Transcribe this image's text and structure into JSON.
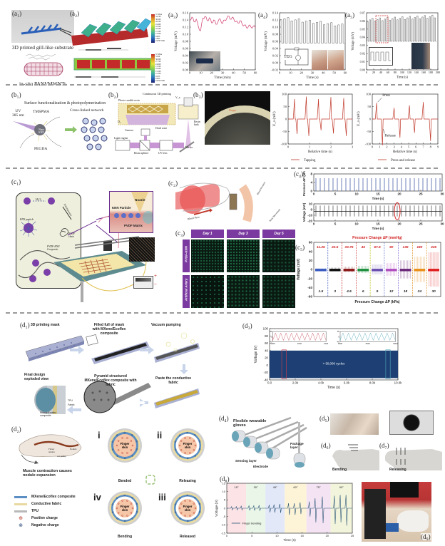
{
  "panel_labels": {
    "a1": "(a₁)",
    "a2": "(a₂)",
    "a3": "(a₃)",
    "a4": "(a₄)",
    "a5": "(a₅)",
    "b1": "(b₁)",
    "b2": "(b₂)",
    "b3": "(b₃)",
    "c1": "(c₁)",
    "c2": "(c₂)",
    "c3": "(c₃)",
    "c4": "(c₄)",
    "c5": "(c₅)",
    "d1": "(d₁)",
    "d2": "(d₂)",
    "d3": "(d₃)",
    "d4": "(d₄)",
    "d5": "(d₅)",
    "d6": "(d₆)",
    "d7": "(d₇)",
    "d8": "(d₈)",
    "d9": "(d₉)"
  },
  "a1": {
    "caption_top": "3D printed gill-like substrate",
    "caption_bottom": "in-situ PANI/MWNTs"
  },
  "a2": {
    "legend_top": [
      "37 Mise",
      "34.703",
      "30.603",
      "28.503",
      "24.403",
      "22.303",
      "18.203",
      "15.103",
      "12.003",
      "8.903",
      "5.803",
      "24.007 Min"
    ],
    "legend_bottom": [
      "37 Mise",
      "33.90",
      "30.803",
      "27.703",
      "24.603",
      "21.503",
      "18.403",
      "15.303",
      "12.203",
      "9.103",
      "6.003",
      "24.024 Min"
    ]
  },
  "colors": {
    "accent_red": "#c0392b",
    "pink_line": "#d4507a",
    "navy": "#1d3f73",
    "purple": "#6a2c8f",
    "blue_trace": "#4a5fa8",
    "gray_line": "#555555"
  },
  "chart_data": [
    {
      "id": "a3",
      "type": "line",
      "xlabel": "Time (min)",
      "ylabel": "Voltage (mV)",
      "xlim": [
        0,
        60
      ],
      "ylim": [
        0,
        0.16
      ],
      "xticks": [
        "0",
        "10",
        "20",
        "30",
        "40",
        "50",
        "60"
      ],
      "yticks": [
        "0.00",
        "0.02",
        "0.04",
        "0.06",
        "0.08",
        "0.10",
        "0.12",
        "0.14",
        "0.16"
      ],
      "x": [
        0,
        2,
        4,
        6,
        8,
        10,
        12,
        14,
        16,
        18,
        20,
        22,
        24,
        26,
        28,
        30,
        32,
        34,
        36,
        38,
        40,
        42,
        44,
        46,
        48,
        50,
        52,
        54,
        56,
        58,
        60
      ],
      "y": [
        0.14,
        0.148,
        0.135,
        0.142,
        0.12,
        0.11,
        0.145,
        0.15,
        0.138,
        0.146,
        0.132,
        0.14,
        0.128,
        0.136,
        0.142,
        0.13,
        0.14,
        0.145,
        0.15,
        0.142,
        0.146,
        0.135,
        0.132,
        0.138,
        0.128,
        0.126,
        0.118,
        0.124,
        0.12,
        0.122,
        0.118
      ]
    },
    {
      "id": "a4",
      "type": "line",
      "xlabel": "Time (s)",
      "ylabel": "Voltage (mV)",
      "xlim": [
        0,
        60
      ],
      "ylim": [
        -0.02,
        0.14
      ],
      "xticks": [
        "0",
        "10",
        "20",
        "30",
        "40",
        "50",
        "60"
      ],
      "yticks": [
        "-0.02",
        "0.00",
        "0.02",
        "0.04",
        "0.06",
        "0.08",
        "0.10",
        "0.12",
        "0.14"
      ],
      "square_wave": {
        "period_s": 3.3,
        "low": 0.055,
        "high_start": 0.125,
        "high_end": 0.105
      },
      "inset_text": "TEG"
    },
    {
      "id": "a5",
      "type": "line",
      "xlabel": "Time (s)",
      "ylabel": "Voltage (mV)",
      "xlim": [
        0,
        200
      ],
      "ylim": [
        -0.01,
        0.07
      ],
      "xticks": [
        "0",
        "20",
        "40",
        "60",
        "80",
        "100",
        "120",
        "140",
        "160",
        "180",
        "200"
      ],
      "yticks": [
        "0.00",
        "0.01",
        "0.02",
        "0.03",
        "0.04",
        "0.05",
        "0.06",
        "0.07"
      ],
      "square_wave": {
        "period_s": 7,
        "low": 0.03,
        "high_start": 0.06,
        "high_end": 0.065
      }
    },
    {
      "id": "b3_left",
      "type": "line",
      "xlabel": "Relative time (s)",
      "ylabel": "U_o (mV)",
      "xlim": [
        0,
        3
      ],
      "ylim": [
        -100,
        100
      ],
      "xticks": [
        "0",
        "1",
        "2",
        "3"
      ],
      "yticks": [
        "-100",
        "-50",
        "0",
        "50",
        "100"
      ],
      "legend": "Tapping",
      "peaks": [
        {
          "t": 0.3,
          "pos": 80,
          "neg": -60
        },
        {
          "t": 0.85,
          "pos": 90,
          "neg": -68
        },
        {
          "t": 1.42,
          "pos": 80,
          "neg": -45
        },
        {
          "t": 2.0,
          "pos": 88,
          "neg": -58
        },
        {
          "t": 2.6,
          "pos": 84,
          "neg": -68
        }
      ]
    },
    {
      "id": "b3_right",
      "type": "line",
      "xlabel": "Relative time (s)",
      "ylabel": "U_o (mV)",
      "xlim": [
        0,
        9
      ],
      "ylim": [
        -100,
        100
      ],
      "xticks": [
        "0",
        "1",
        "2",
        "3",
        "4",
        "5",
        "6",
        "7",
        "8",
        "9"
      ],
      "yticks": [
        "-100",
        "-50",
        "0",
        "50",
        "100"
      ],
      "legend": "Press and release",
      "annotations": [
        "Press",
        "Release"
      ],
      "press": [
        {
          "t": 0.6,
          "v": 65
        },
        {
          "t": 3.0,
          "v": 45
        },
        {
          "t": 5.1,
          "v": 55
        },
        {
          "t": 7.0,
          "v": 68
        }
      ],
      "release": [
        {
          "t": 1.4,
          "v": -105
        },
        {
          "t": 3.8,
          "v": -75
        },
        {
          "t": 5.8,
          "v": -55
        },
        {
          "t": 8.0,
          "v": -88
        }
      ]
    },
    {
      "id": "c4_pressure",
      "type": "line",
      "xlabel": "Time (s)",
      "ylabel": "Pressure ΔP (kPa)",
      "xlim": [
        0,
        30
      ],
      "ylim": [
        0,
        8
      ],
      "xticks": [
        "0",
        "5",
        "10",
        "15",
        "20",
        "25",
        "30"
      ],
      "yticks": [
        "0",
        "4",
        "8"
      ],
      "pulse_count": 30,
      "pulse_height": 6
    },
    {
      "id": "c4_voltage",
      "type": "line",
      "xlabel": "Time (s)",
      "ylabel": "Voltage (mV)",
      "xlim": [
        0,
        30
      ],
      "ylim": [
        -20,
        10
      ],
      "xticks": [
        "0",
        "5",
        "10",
        "15",
        "20",
        "25",
        "30"
      ],
      "yticks": [
        "-20",
        "-10",
        "0",
        "10"
      ],
      "pulse_count": 30,
      "pulse_pos": 7,
      "pulse_neg": -12,
      "highlight_t": 19.5
    },
    {
      "id": "c5",
      "type": "bar",
      "title": "Pressure Change ΔP (mmHg)",
      "xlabel": "Pressure Change ΔP (kPa)",
      "ylabel": "Voltage (mV)",
      "ylim": [
        -60,
        60
      ],
      "yticks": [
        "-60",
        "-40",
        "-20",
        "0",
        "20",
        "40",
        "60"
      ],
      "categories_kpa": [
        "1.5",
        "3",
        "4.5",
        "6",
        "9",
        "12",
        "18",
        "24",
        "30"
      ],
      "categories_mmhg": [
        "11.25",
        "22.5",
        "33.75",
        "45",
        "67.5",
        "90",
        "135",
        "180",
        "225"
      ],
      "amplitude_mv": [
        3,
        4,
        6,
        8,
        11,
        14,
        20,
        28,
        38
      ],
      "series_colors": [
        "#3a5bbf",
        "#111111",
        "#8b1a1a",
        "#1e8f3e",
        "#6a4fb0",
        "#b04fc0",
        "#6b2a7a",
        "#e8901a",
        "#e02020"
      ],
      "divider_colors": [
        "#111111",
        "#3a5bbf",
        "#c02020",
        "#cc3333",
        "#b8c020",
        "#6070d0",
        "#8060d0",
        "#e09020",
        "#e09020"
      ]
    },
    {
      "id": "d3",
      "type": "area",
      "xlabel": "Time (s)",
      "ylabel": "Voltage (V)",
      "xlim": [
        0,
        10000
      ],
      "ylim": [
        -40,
        100
      ],
      "xticks": [
        "0.0",
        "2.0k",
        "4.0k",
        "6.0k",
        "8.0k",
        "10.0k"
      ],
      "yticks": [
        "-40",
        "-20",
        "0",
        "20",
        "40",
        "60",
        "80",
        "100"
      ],
      "band": [
        -35,
        40
      ],
      "annotation": "> 50,000 cycles",
      "inset_left": {
        "xticks": [
          "1000",
          "1002",
          "1004"
        ],
        "yticks": [
          "-40",
          "0",
          "40"
        ]
      },
      "inset_right": {
        "xticks": [
          "9000",
          "9002",
          "9004"
        ],
        "yticks": [
          "-40",
          "0",
          "40"
        ]
      }
    },
    {
      "id": "d8",
      "type": "line",
      "xlabel": "Time (s)",
      "ylabel": "Voltage (V)",
      "xlim": [
        0,
        26
      ],
      "ylim": [
        -15,
        15
      ],
      "xticks": [
        "0",
        "5",
        "10",
        "15",
        "20",
        "25"
      ],
      "yticks": [
        "-15",
        "-10",
        "-5",
        "0",
        "5",
        "10",
        "15"
      ],
      "legend": "Finger bending",
      "angles": [
        "15°",
        "30°",
        "45°",
        "60°",
        "75°",
        "90°"
      ],
      "angle_bands": [
        "#fbe3e6",
        "#eaf6e8",
        "#e2e8f8",
        "#fdf4d8",
        "#f4e4f3",
        "#f2f5dc"
      ],
      "peaks": [
        {
          "t": 1,
          "p": 1,
          "n": -1
        },
        {
          "t": 2,
          "p": 1,
          "n": -1
        },
        {
          "t": 3,
          "p": 1.3,
          "n": -1
        },
        {
          "t": 4.6,
          "p": 1.5,
          "n": -1.3
        },
        {
          "t": 5.6,
          "p": 1.5,
          "n": -1.4
        },
        {
          "t": 6.7,
          "p": 1.8,
          "n": -1.5
        },
        {
          "t": 8.8,
          "p": 2,
          "n": -2.5
        },
        {
          "t": 9.8,
          "p": 2.2,
          "n": -2.6
        },
        {
          "t": 11,
          "p": 2.6,
          "n": -2.8
        },
        {
          "t": 12.8,
          "p": 3,
          "n": -4
        },
        {
          "t": 14,
          "p": 3,
          "n": -4
        },
        {
          "t": 15.2,
          "p": 3.5,
          "n": -3.5
        },
        {
          "t": 17.1,
          "p": 4,
          "n": -5
        },
        {
          "t": 18.3,
          "p": 6,
          "n": -8.5
        },
        {
          "t": 19.8,
          "p": 7,
          "n": -9
        },
        {
          "t": 22.3,
          "p": 7.5,
          "n": -9.5
        },
        {
          "t": 23.5,
          "p": 8,
          "n": -8.5
        },
        {
          "t": 24.7,
          "p": 8,
          "n": -10.5
        }
      ]
    }
  ],
  "b1": {
    "title": "Surface functionalization & photopolymerization",
    "uv": "UV",
    "wavelength": "385 nm",
    "tmspma": "TMSPMA",
    "core": "Nano KNN",
    "pegda": "PEGDA",
    "network": "Cross-linked network"
  },
  "b2": {
    "title": "Continuous 3D printing",
    "resin": "Photo-curable resin",
    "dead_zone": "Dead zone",
    "o2": "O₂",
    "resin_bath": "Resin bath",
    "camera": "Camera",
    "light_engine": "Light engine",
    "beam_splitter": "Beam splitter",
    "uv_lens": "UV lens",
    "mirror": "Mirror",
    "vz": "V_z"
  },
  "b3": {
    "photo_label": "Finger"
  },
  "c1": {
    "h2o2": "H₂O₂",
    "knn": "KNN particle",
    "polydopamine": "Polydopamine",
    "pvdf_chain": "PVDF chain",
    "composite": "PVDF-KNN Composite",
    "nozzle": "Nozzle",
    "knn_particle": "KNN Particle",
    "pvdf_matrix": "PVDF Matrix",
    "plus": "+",
    "minus": "−"
  },
  "c2": {
    "blood_flow": "Blood Flow",
    "blood_pressure": "Blood Pressure",
    "stretch": "Stent Movement"
  },
  "c3": {
    "days": [
      "Day 1",
      "Day 3",
      "Day 5"
    ],
    "rows": [
      "PVDF-KNN",
      "Artificial Artery"
    ]
  },
  "d1": {
    "step1": "3D printing mask",
    "step2": "Filled full of mask with MXene/Ecoflex composite",
    "step3": "Vacuum pumping",
    "step4": "Paste the conductive fabric",
    "step5": "Pyramid structured MXene/Ecoflex composite with fabric",
    "step6": "Final design exploded view",
    "tpu": "TPU",
    "fabric": "Fabric",
    "mxene": "MXene/Ecoflex composite"
  },
  "d2": {
    "caption": "Muscle contraction causes nodule expansion",
    "flexor": "Flexor tendon",
    "nodule": "Nodule",
    "pulley": "A1 pulley",
    "states": [
      {
        "num": "i",
        "label": "Bended"
      },
      {
        "num": "ii",
        "label": "Releasing"
      },
      {
        "num": "iii",
        "label": "Released"
      },
      {
        "num": "iv",
        "label": "Bending"
      }
    ],
    "finger": "Finger skin",
    "electron": "e⁻",
    "legend": [
      {
        "label": "MXene/Ecoflex composite",
        "color": "#5b8fc4"
      },
      {
        "label": "Conductive fabric",
        "color": "#e8d9a0"
      },
      {
        "label": "TPU",
        "color": "#b8b8b8"
      },
      {
        "label": "Positive charge",
        "symbol": "⊕"
      },
      {
        "label": "Negative charge",
        "symbol": "⊗"
      }
    ]
  },
  "d4": {
    "title": "Flexible wearable gloves",
    "package": "Package layer",
    "sensing": "Sensing layer",
    "electrode": "Electrode"
  },
  "d6": {
    "caption": "Bending"
  },
  "d7": {
    "caption": "Releasing"
  }
}
